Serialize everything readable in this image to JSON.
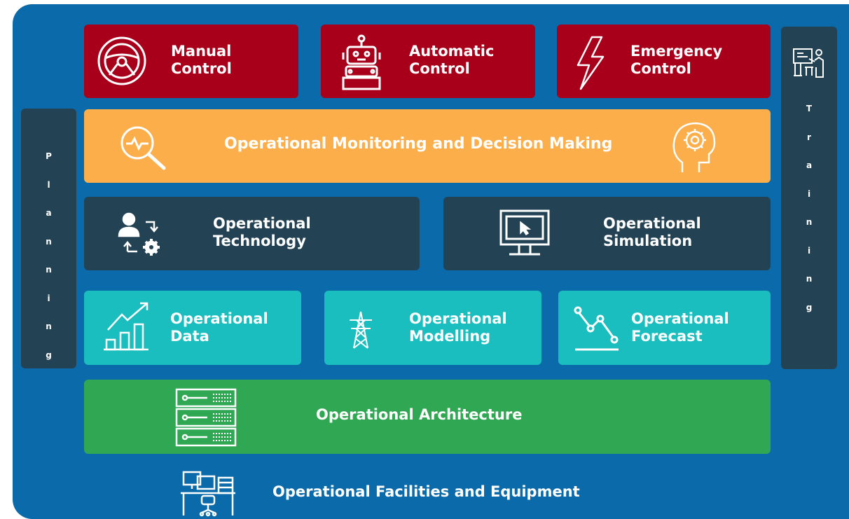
{
  "control_layer": {
    "manual": {
      "line1": "Manual",
      "line2": "Control"
    },
    "automatic": {
      "line1": "Automatic",
      "line2": "Control"
    },
    "emergency": {
      "line1": "Emergency",
      "line2": "Control"
    }
  },
  "monitoring": {
    "label": "Operational Monitoring and Decision Making"
  },
  "middle_layer": {
    "technology": {
      "line1": "Operational",
      "line2": "Technology"
    },
    "simulation": {
      "line1": "Operational",
      "line2": "Simulation"
    }
  },
  "lower_layer": {
    "data": {
      "line1": "Operational",
      "line2": "Data"
    },
    "modelling": {
      "line1": "Operational",
      "line2": "Modelling"
    },
    "forecast": {
      "line1": "Operational",
      "line2": "Forecast"
    }
  },
  "architecture": {
    "label": "Operational Architecture"
  },
  "facilities": {
    "label": "Operational Facilities and Equipment"
  },
  "planning": {
    "letters": [
      "P",
      "l",
      "a",
      "n",
      "n",
      "i",
      "n",
      "g"
    ]
  },
  "training": {
    "letters": [
      "T",
      "r",
      "a",
      "i",
      "n",
      "i",
      "n",
      "g"
    ]
  },
  "colors": {
    "frame": "#0B6AA9",
    "control": "#A8001A",
    "monitoring": "#FCAE4A",
    "dark": "#234355",
    "data": "#1BBEBE",
    "architecture": "#2FA753"
  },
  "icons": {
    "manual": "steering-wheel-icon",
    "automatic": "robot-icon",
    "emergency": "lightning-icon",
    "training": "classroom-icon",
    "monitoring_left": "magnifier-pulse-icon",
    "monitoring_right": "head-gear-icon",
    "technology": "person-gear-icon",
    "simulation": "monitor-cursor-icon",
    "data": "growth-chart-icon",
    "modelling": "pylon-icon",
    "forecast": "trend-line-icon",
    "architecture": "server-rack-icon",
    "facilities": "workstation-icon"
  }
}
